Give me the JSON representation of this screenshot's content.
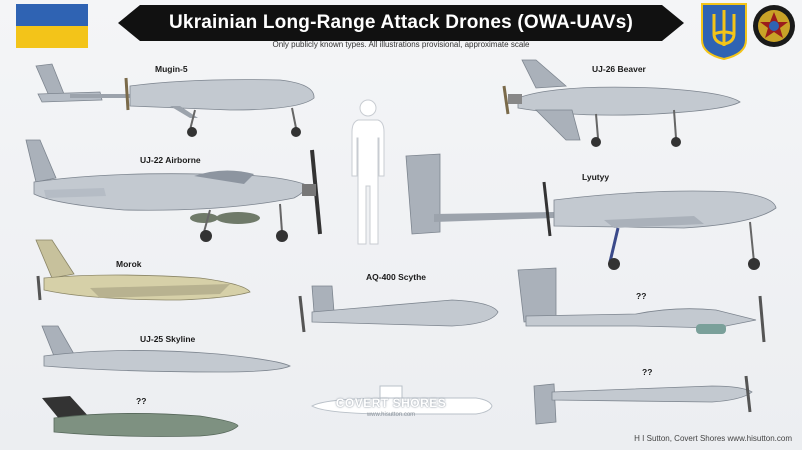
{
  "header": {
    "title": "Ukrainian Long-Range Attack Drones (OWA-UAVs)",
    "subtitle": "Only publicly known types. All illustrations provisional, approximate scale"
  },
  "drones": {
    "mugin5": "Mugin-5",
    "uj26": "UJ-26 Beaver",
    "uj22": "UJ-22 Airborne",
    "lyutyy": "Lyutyy",
    "morok": "Morok",
    "aq400": "AQ-400 Scythe",
    "unknown_right": "??",
    "uj25": "UJ-25 Skyline",
    "unknown_left": "??",
    "unknown_bottom": "??"
  },
  "watermark": {
    "name": "COVERT SHORES",
    "url": "www.hisutton.com"
  },
  "credit": "H I Sutton, Covert Shores www.hisutton.com",
  "colors": {
    "flag_blue": "#2f63b3",
    "flag_yellow": "#f3c419",
    "banner": "#111111",
    "airframe": "#b9c0c9"
  },
  "icons": [
    "ukraine-flag-icon",
    "trident-emblem-icon",
    "armed-forces-emblem-icon"
  ]
}
